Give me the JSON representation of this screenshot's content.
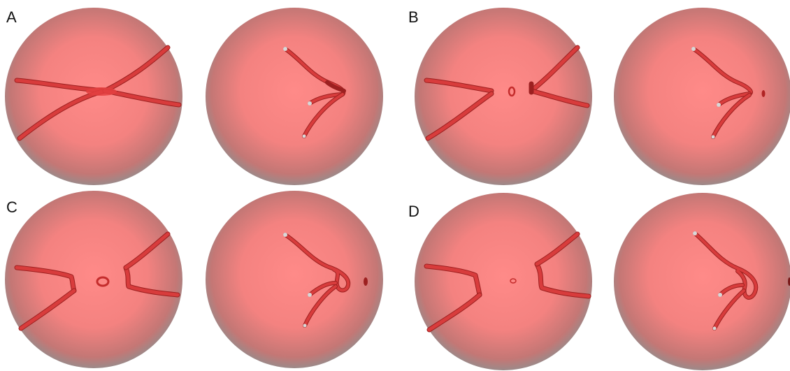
{
  "panels": [
    {
      "letter": "A"
    },
    {
      "letter": "B"
    },
    {
      "letter": "C"
    },
    {
      "letter": "D"
    }
  ],
  "colors": {
    "sphere_center": "#ff8a88",
    "sphere_mid": "#f07a78",
    "sphere_edge": "#8f8f8f",
    "strand_fill": "#d83c3c",
    "strand_edge": "#9c2020",
    "endpoint": "#d8d8d8"
  }
}
